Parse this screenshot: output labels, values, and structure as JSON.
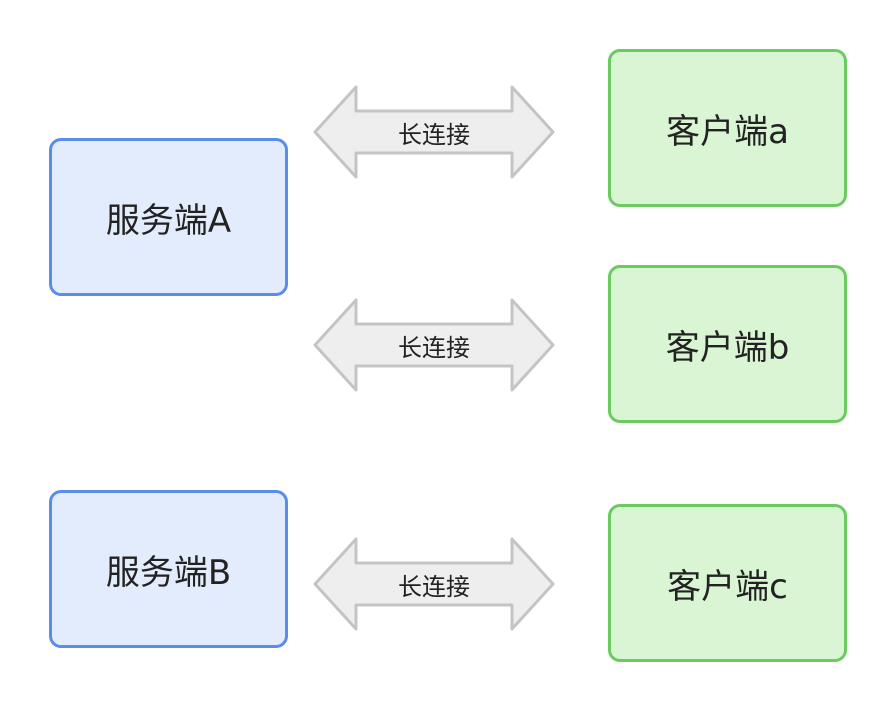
{
  "diagram": {
    "servers": [
      {
        "label": "服务端A"
      },
      {
        "label": "服务端B"
      }
    ],
    "clients": [
      {
        "label": "客户端a"
      },
      {
        "label": "客户端b"
      },
      {
        "label": "客户端c"
      }
    ],
    "connections": [
      {
        "label": "长连接"
      },
      {
        "label": "长连接"
      },
      {
        "label": "长连接"
      }
    ],
    "colors": {
      "server_fill": "#e3ecfd",
      "server_border": "#5b8ce8",
      "client_fill": "#d9f5d4",
      "client_border": "#6acb5e",
      "arrow_fill": "#eeeeee",
      "arrow_border": "#c4c4c4"
    }
  }
}
